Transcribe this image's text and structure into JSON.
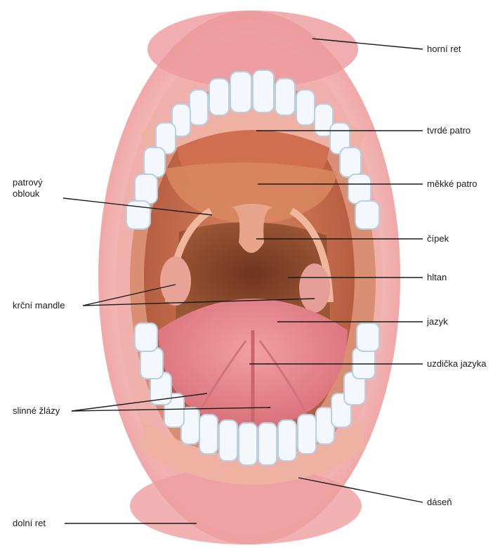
{
  "labels": {
    "horni_ret": "horní ret",
    "tvrde_patro": "tvrdé patro",
    "mekke_patro": "měkké patro",
    "patrovy_oblouk_line1": "patrový",
    "patrovy_oblouk_line2": "oblouk",
    "cipek": "čípek",
    "hltan": "hltan",
    "krcni_mandle": "krční mandle",
    "jazyk": "jazyk",
    "uzdicka_jazyka": "uzdička jazyka",
    "slinne_zlazy": "slinné žlázy",
    "dasen": "dáseň",
    "dolni_ret": "dolní ret"
  },
  "colors": {
    "lip": "#f2a6a6",
    "lip_dark": "#e48a8a",
    "mouth_inner": "#c8674e",
    "palate": "#d9805a",
    "throat": "#8e4a2c",
    "tongue": "#e98a8c",
    "tooth": "#f4f7fb",
    "tooth_shadow": "#b9cfe6",
    "leader_line": "#1a1a1a"
  }
}
